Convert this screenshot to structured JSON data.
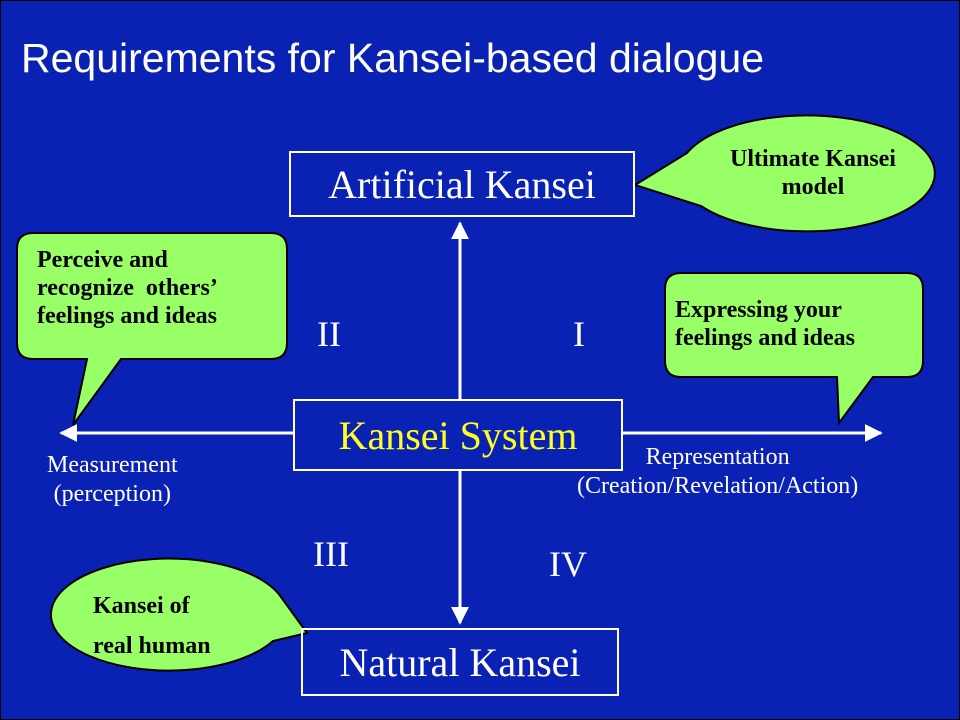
{
  "slide": {
    "title": "Requirements for Kansei-based dialogue"
  },
  "nodes": {
    "artificial": "Artificial Kansei",
    "system": "Kansei System",
    "natural": "Natural Kansei"
  },
  "axes": {
    "left_line1": "Measurement",
    "left_line2": "(perception)",
    "right_line1": "Representation",
    "right_line2": "(Creation/Revelation/Action)"
  },
  "quadrants": {
    "q1": "I",
    "q2": "II",
    "q3": "III",
    "q4": "IV"
  },
  "callouts": {
    "ultimate_line1": "Ultimate Kansei",
    "ultimate_line2": "model",
    "perceive_line1": "Perceive and",
    "perceive_line2": "recognize  others’",
    "perceive_line3": "feelings and ideas",
    "express_line1": "Expressing your",
    "express_line2": "feelings and ideas",
    "real_line1": "Kansei of",
    "real_line2": "real human"
  },
  "colors": {
    "background": "#0a22b4",
    "callout_fill": "#99ff66",
    "system_text": "#ffff22",
    "line": "#ffffff"
  }
}
